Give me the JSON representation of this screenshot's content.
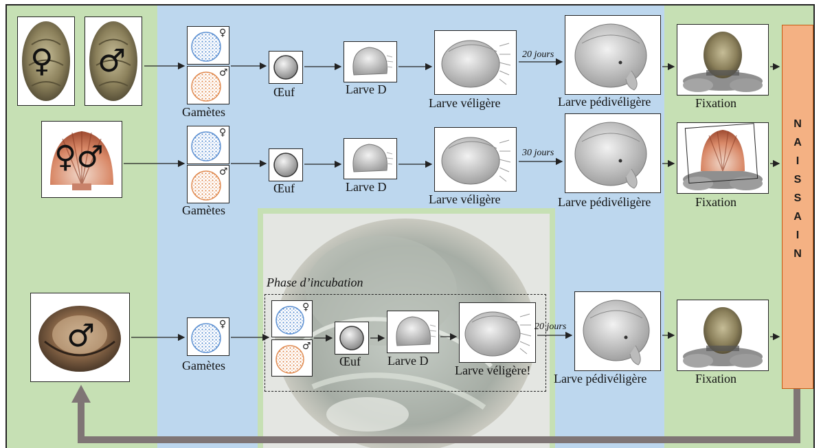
{
  "labels": {
    "gametes": "Gamètes",
    "oeuf": "Œuf",
    "larve_d": "Larve D",
    "larve_veligere": "Larve véligère",
    "larve_veligere_bottom": "Larve véligère!",
    "larve_pediveligere": "Larve pédivéligère",
    "fixation": "Fixation",
    "phase_incubation": "Phase d’incubation"
  },
  "durations": {
    "row1": "20 jours",
    "row2": "30 jours",
    "row3": "20 jours"
  },
  "naissain_letters": [
    "N",
    "A",
    "I",
    "S",
    "S",
    "A",
    "I",
    "N"
  ],
  "symbols": {
    "female": "♀",
    "male": "♂",
    "hermaphrodite": "♀♂"
  },
  "colors": {
    "green_zone": "#c6e0b4",
    "blue_zone": "#bdd7ee",
    "naissain": "#f4b183",
    "loop_arrow": "#7f7575",
    "female_gamete": "#5b8fd1",
    "male_gamete": "#e08a50"
  },
  "icons": {
    "oyster": "oyster-shell-icon",
    "scallop": "scallop-shell-icon",
    "flat_oyster": "flat-oyster-icon",
    "egg": "egg-icon",
    "larva": "larva-icon",
    "rocks": "rocks-icon"
  }
}
